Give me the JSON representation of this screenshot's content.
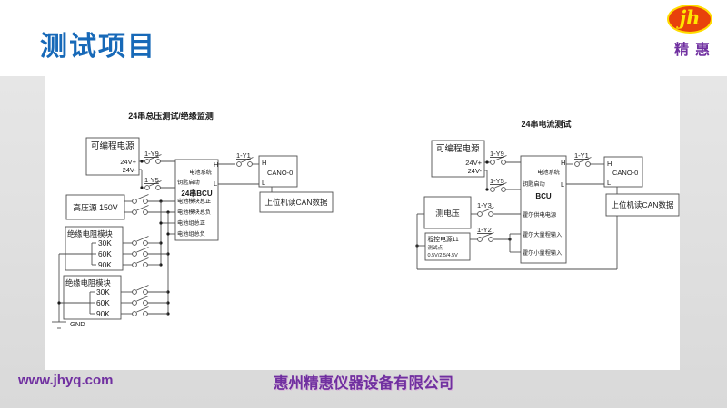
{
  "slide": {
    "title": "测试项目"
  },
  "logo": {
    "initials": "jh",
    "name": "精惠"
  },
  "footer": {
    "website": "www.jhyq.com",
    "company": "惠州精惠仪器设备有限公司"
  },
  "colors": {
    "title_blue": "#1769b8",
    "brand_purple": "#7030a0",
    "logo_orange": "#e8420b",
    "logo_yellow": "#ffe600",
    "schematic_red": "#c00000"
  },
  "left_diagram": {
    "title": "24串总压测试/绝缘监测",
    "power_box": {
      "label": "可编程电源",
      "plus": "24V+",
      "minus": "24V-"
    },
    "sw_y9": "1-Y9",
    "sw_y5": "1-Y5",
    "sw_y1": "1-Y1",
    "bcu_box": {
      "sys": "电池系统",
      "key": "钥匙启动",
      "name": "24串BCU",
      "h": "H",
      "l": "L",
      "terminals": [
        "电池模块总正",
        "电池模块总负",
        "电池组总正",
        "电池组总负"
      ]
    },
    "can_box": {
      "h": "H",
      "name": "CANO-0",
      "l": "L"
    },
    "host_box": "上位机读CAN数据",
    "hv_box": "高压源 150V",
    "res_box1": {
      "label": "绝缘电阻模块",
      "values": [
        "30K",
        "60K",
        "90K"
      ]
    },
    "res_box2": {
      "label": "绝缘电阻模块",
      "values": [
        "30K",
        "60K",
        "90K"
      ]
    },
    "gnd": "GND"
  },
  "right_diagram": {
    "title": "24串电流测试",
    "power_box": {
      "label": "可编程电源",
      "plus": "24V+",
      "minus": "24V-"
    },
    "sw_y9": "1-Y9",
    "sw_y5": "1-Y5",
    "sw_y3": "1-Y3",
    "sw_y2": "1-Y2",
    "sw_y1": "1-Y1",
    "bcu_box": {
      "sys": "电池系统",
      "key": "钥匙启动",
      "name": "BCU",
      "h": "H",
      "l": "L",
      "terminals": [
        "霍尔供电电源",
        "霍尔大量程输入",
        "霍尔小量程输入"
      ]
    },
    "can_box": {
      "h": "H",
      "name": "CANO-0",
      "l": "L"
    },
    "host_box": "上位机读CAN数据",
    "mv_box": "测电压",
    "pp_box": {
      "label": "程控电源11",
      "line2": "测试点",
      "line3": "0.5V/2.5/4.5V"
    }
  }
}
